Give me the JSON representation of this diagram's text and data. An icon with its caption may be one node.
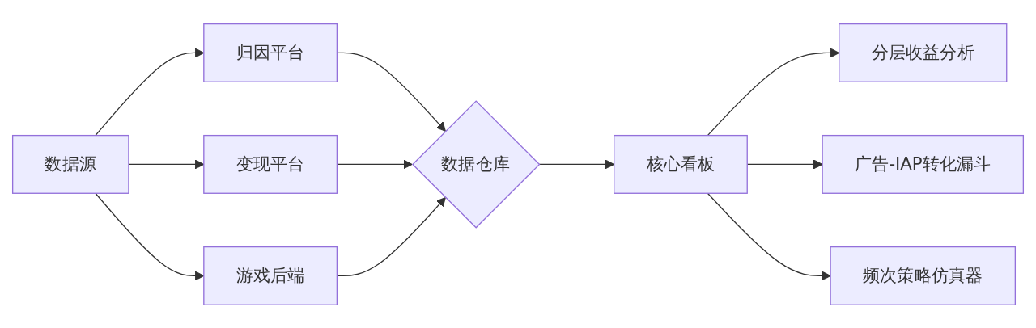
{
  "diagram": {
    "nodes": [
      {
        "text": [
          "数据源"
        ]
      },
      {
        "text": [
          "归因平台"
        ]
      },
      {
        "text": [
          "变现平台"
        ]
      },
      {
        "text": [
          "游戏后端"
        ]
      },
      {
        "text": [
          "数据仓库"
        ]
      },
      {
        "text": [
          "核心看板"
        ]
      },
      {
        "text": [
          "分层收益分析"
        ]
      },
      {
        "text": [
          "广告-IAP转化漏斗"
        ]
      },
      {
        "text": [
          "频次策略仿真器"
        ]
      }
    ],
    "edges": [
      {
        "from": 0,
        "to": 1,
        "arrow": "to"
      },
      {
        "from": 0,
        "to": 2,
        "arrow": "to"
      },
      {
        "from": 0,
        "to": 3,
        "arrow": "to"
      },
      {
        "from": 1,
        "to": 4,
        "arrow": "to"
      },
      {
        "from": 2,
        "to": 4,
        "arrow": "to"
      },
      {
        "from": 3,
        "to": 4,
        "arrow": "to"
      },
      {
        "from": 4,
        "to": 5,
        "arrow": "to"
      },
      {
        "from": 5,
        "to": 6,
        "arrow": "to"
      },
      {
        "from": 5,
        "to": 7,
        "arrow": "to"
      },
      {
        "from": 5,
        "to": 8,
        "arrow": "to"
      }
    ]
  }
}
